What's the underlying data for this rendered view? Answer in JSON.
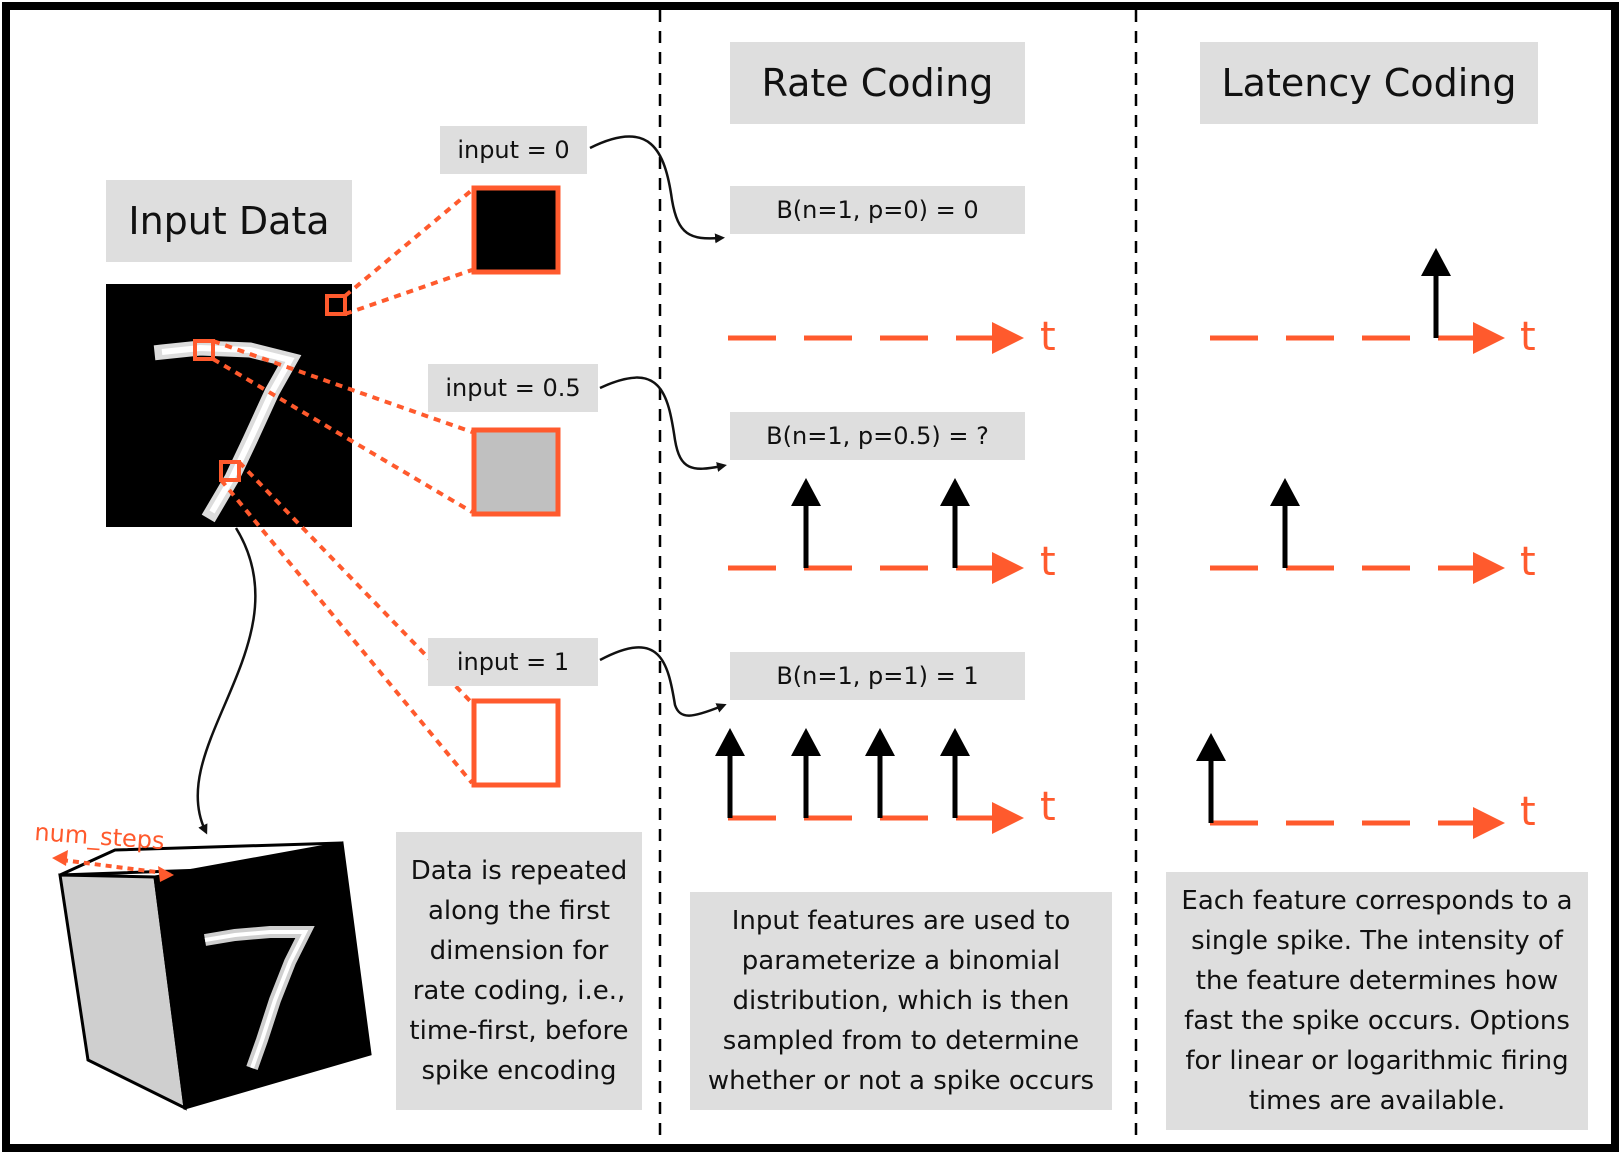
{
  "headings": {
    "input_data": "Input Data",
    "rate_coding": "Rate Coding",
    "latency_coding": "Latency Coding"
  },
  "inputs": {
    "zero": "input = 0",
    "half": "input = 0.5",
    "one": "input = 1"
  },
  "formulas": {
    "p0": "B(n=1, p=0) = 0",
    "p05": "B(n=1, p=0.5) = ?",
    "p1": "B(n=1, p=1) = 1"
  },
  "time_label": "t",
  "num_steps_label": "num_steps",
  "captions": {
    "input": "Data is repeated along the first dimension for rate coding, i.e., time-first, before spike encoding",
    "rate": "Input features are used to parameterize a binomial distribution, which is then sampled from to determine whether or not a spike occurs",
    "latency": "Each feature corresponds to a single spike. The intensity of the feature determines how fast the spike occurs. Options for linear or logarithmic firing times are available."
  },
  "colors": {
    "accent": "#ff5a2d",
    "caption_bg": "#dedede",
    "pixel_half": "#c0c0c0"
  }
}
